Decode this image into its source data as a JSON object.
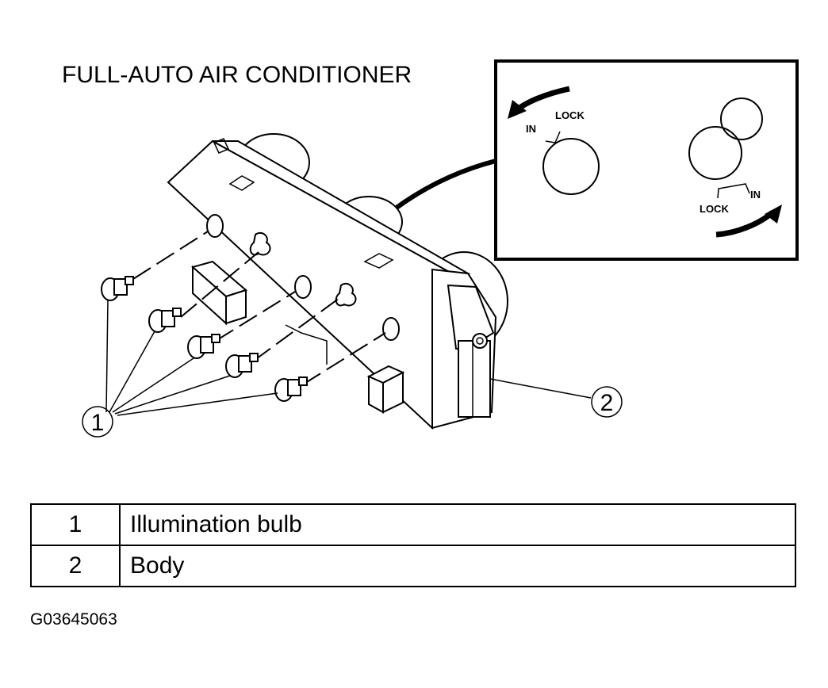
{
  "diagram": {
    "title": "FULL-AUTO AIR CONDITIONER",
    "inset_labels": {
      "left_in": "IN",
      "left_lock": "LOCK",
      "right_lock": "LOCK",
      "right_in": "IN"
    },
    "callouts": [
      "1",
      "2"
    ]
  },
  "legend": [
    {
      "number": "1",
      "description": "Illumination bulb"
    },
    {
      "number": "2",
      "description": "Body"
    }
  ],
  "figure_id": "G03645063"
}
